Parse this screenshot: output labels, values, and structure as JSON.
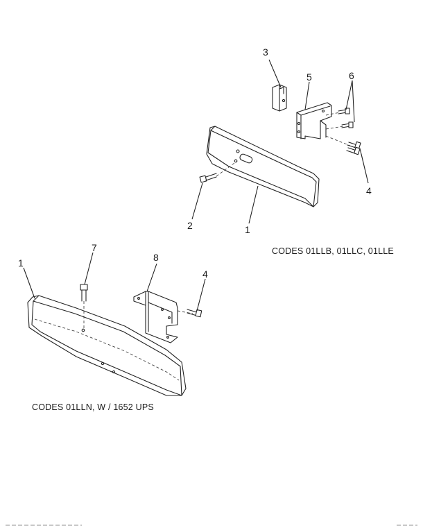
{
  "callouts": {
    "upper": {
      "c3": "3",
      "c5": "5",
      "c6": "6",
      "c4": "4",
      "c2": "2",
      "c1": "1"
    },
    "lower": {
      "c1": "1",
      "c7": "7",
      "c8": "8",
      "c4": "4"
    }
  },
  "captions": {
    "upper": "CODES 01LLB, 01LLC, 01LLE",
    "lower": "CODES 01LLN, W / 1652 UPS"
  },
  "colors": {
    "line": "#222222",
    "background": "#ffffff"
  }
}
